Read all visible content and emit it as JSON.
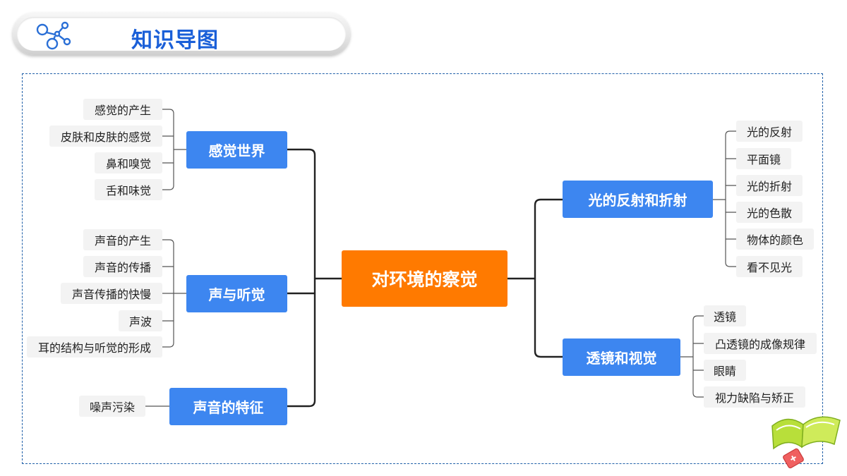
{
  "header": {
    "title": "知识导图",
    "icon": "molecule-network-icon"
  },
  "mindmap": {
    "center": "对环境的察觉",
    "branches": [
      {
        "label": "感觉世界",
        "leaves": [
          "感觉的产生",
          "皮肤和皮肤的感觉",
          "鼻和嗅觉",
          "舌和味觉"
        ]
      },
      {
        "label": "声与听觉",
        "leaves": [
          "声音的产生",
          "声音的传播",
          "声音传播的快慢",
          "声波",
          "耳的结构与听觉的形成"
        ]
      },
      {
        "label": "声音的特征",
        "leaves": [
          "噪声污染"
        ]
      },
      {
        "label": "光的反射和折射",
        "leaves": [
          "光的反射",
          "平面镜",
          "光的折射",
          "光的色散",
          "物体的颜色",
          "看不见光"
        ]
      },
      {
        "label": "透镜和视觉",
        "leaves": [
          "透镜",
          "凸透镜的成像规律",
          "眼睛",
          "视力缺陷与矫正"
        ]
      }
    ]
  },
  "colors": {
    "center": "#ff7a00",
    "branch": "#3d86f0",
    "leaf_bg": "#f3f3f3",
    "title": "#1a5fd8"
  }
}
